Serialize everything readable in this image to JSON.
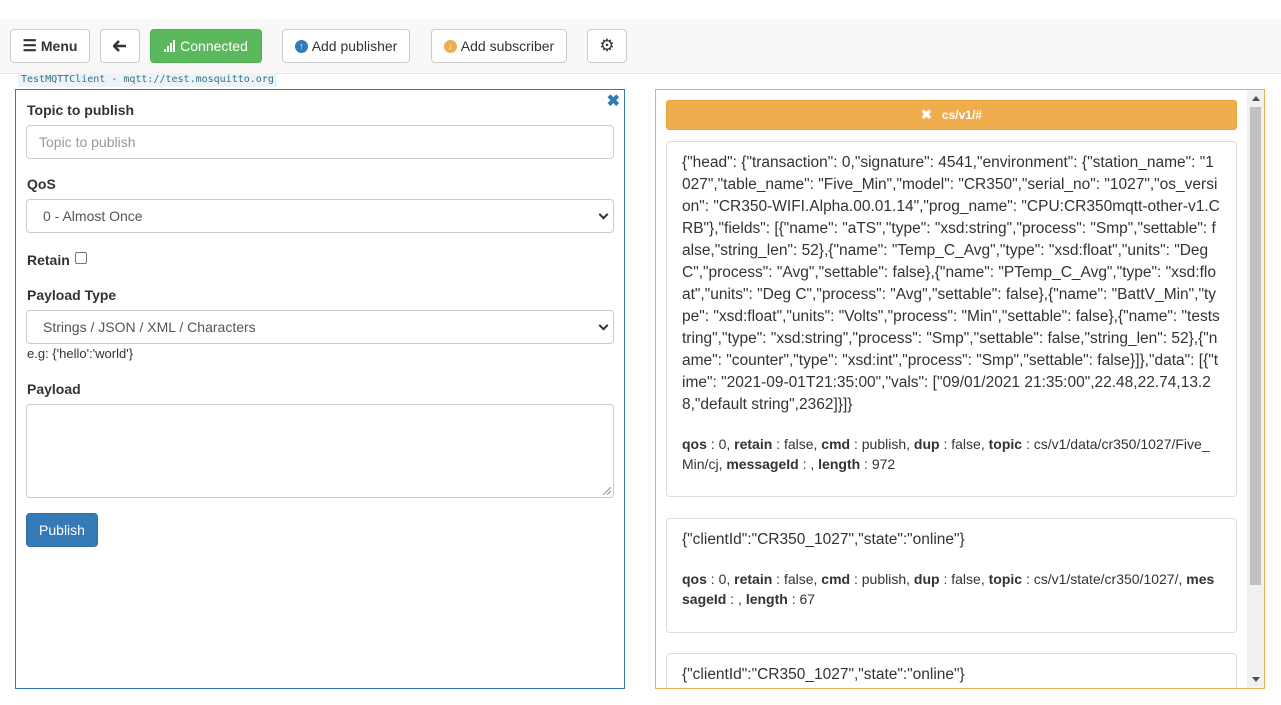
{
  "toolbar": {
    "menu_label": "Menu",
    "connected_label": "Connected",
    "add_publisher_label": "Add publisher",
    "add_subscriber_label": "Add subscriber"
  },
  "connection_info": "TestMQTTClient - mqtt://test.mosquitto.org",
  "publisher": {
    "topic_label": "Topic to publish",
    "topic_placeholder": "Topic to publish",
    "qos_label": "QoS",
    "qos_value": "0 - Almost Once",
    "retain_label": "Retain",
    "payload_type_label": "Payload Type",
    "payload_type_value": "Strings / JSON / XML / Characters",
    "payload_hint": "e.g: {'hello':'world'}",
    "payload_label": "Payload",
    "payload_value": "",
    "publish_label": "Publish"
  },
  "subscriber": {
    "topic": "cs/v1/#",
    "messages": [
      {
        "payload": "{\"head\": {\"transaction\": 0,\"signature\": 4541,\"environment\": {\"station_name\": \"1027\",\"table_name\": \"Five_Min\",\"model\": \"CR350\",\"serial_no\": \"1027\",\"os_version\": \"CR350-WIFI.Alpha.00.01.14\",\"prog_name\": \"CPU:CR350mqtt-other-v1.CRB\"},\"fields\": [{\"name\": \"aTS\",\"type\": \"xsd:string\",\"process\": \"Smp\",\"settable\": false,\"string_len\": 52},{\"name\": \"Temp_C_Avg\",\"type\": \"xsd:float\",\"units\": \"Deg C\",\"process\": \"Avg\",\"settable\": false},{\"name\": \"PTemp_C_Avg\",\"type\": \"xsd:float\",\"units\": \"Deg C\",\"process\": \"Avg\",\"settable\": false},{\"name\": \"BattV_Min\",\"type\": \"xsd:float\",\"units\": \"Volts\",\"process\": \"Min\",\"settable\": false},{\"name\": \"teststring\",\"type\": \"xsd:string\",\"process\": \"Smp\",\"settable\": false,\"string_len\": 52},{\"name\": \"counter\",\"type\": \"xsd:int\",\"process\": \"Smp\",\"settable\": false}]},\"data\": [{\"time\": \"2021-09-01T21:35:00\",\"vals\": [\"09/01/2021 21:35:00\",22.48,22.74,13.28,\"default string\",2362]}]}",
        "qos": "0",
        "retain": "false",
        "cmd": "publish",
        "dup": "false",
        "topic": "cs/v1/data/cr350/1027/Five_Min/cj",
        "messageId": "",
        "length": "972"
      },
      {
        "payload": "{\"clientId\":\"CR350_1027\",\"state\":\"online\"}",
        "qos": "0",
        "retain": "false",
        "cmd": "publish",
        "dup": "false",
        "topic": "cs/v1/state/cr350/1027/",
        "messageId": "",
        "length": "67"
      },
      {
        "payload": "{\"clientId\":\"CR350_1027\",\"state\":\"online\"}"
      }
    ]
  },
  "colors": {
    "connected": "#5cb85c",
    "primary": "#337ab7",
    "warning": "#f0ad4e"
  }
}
